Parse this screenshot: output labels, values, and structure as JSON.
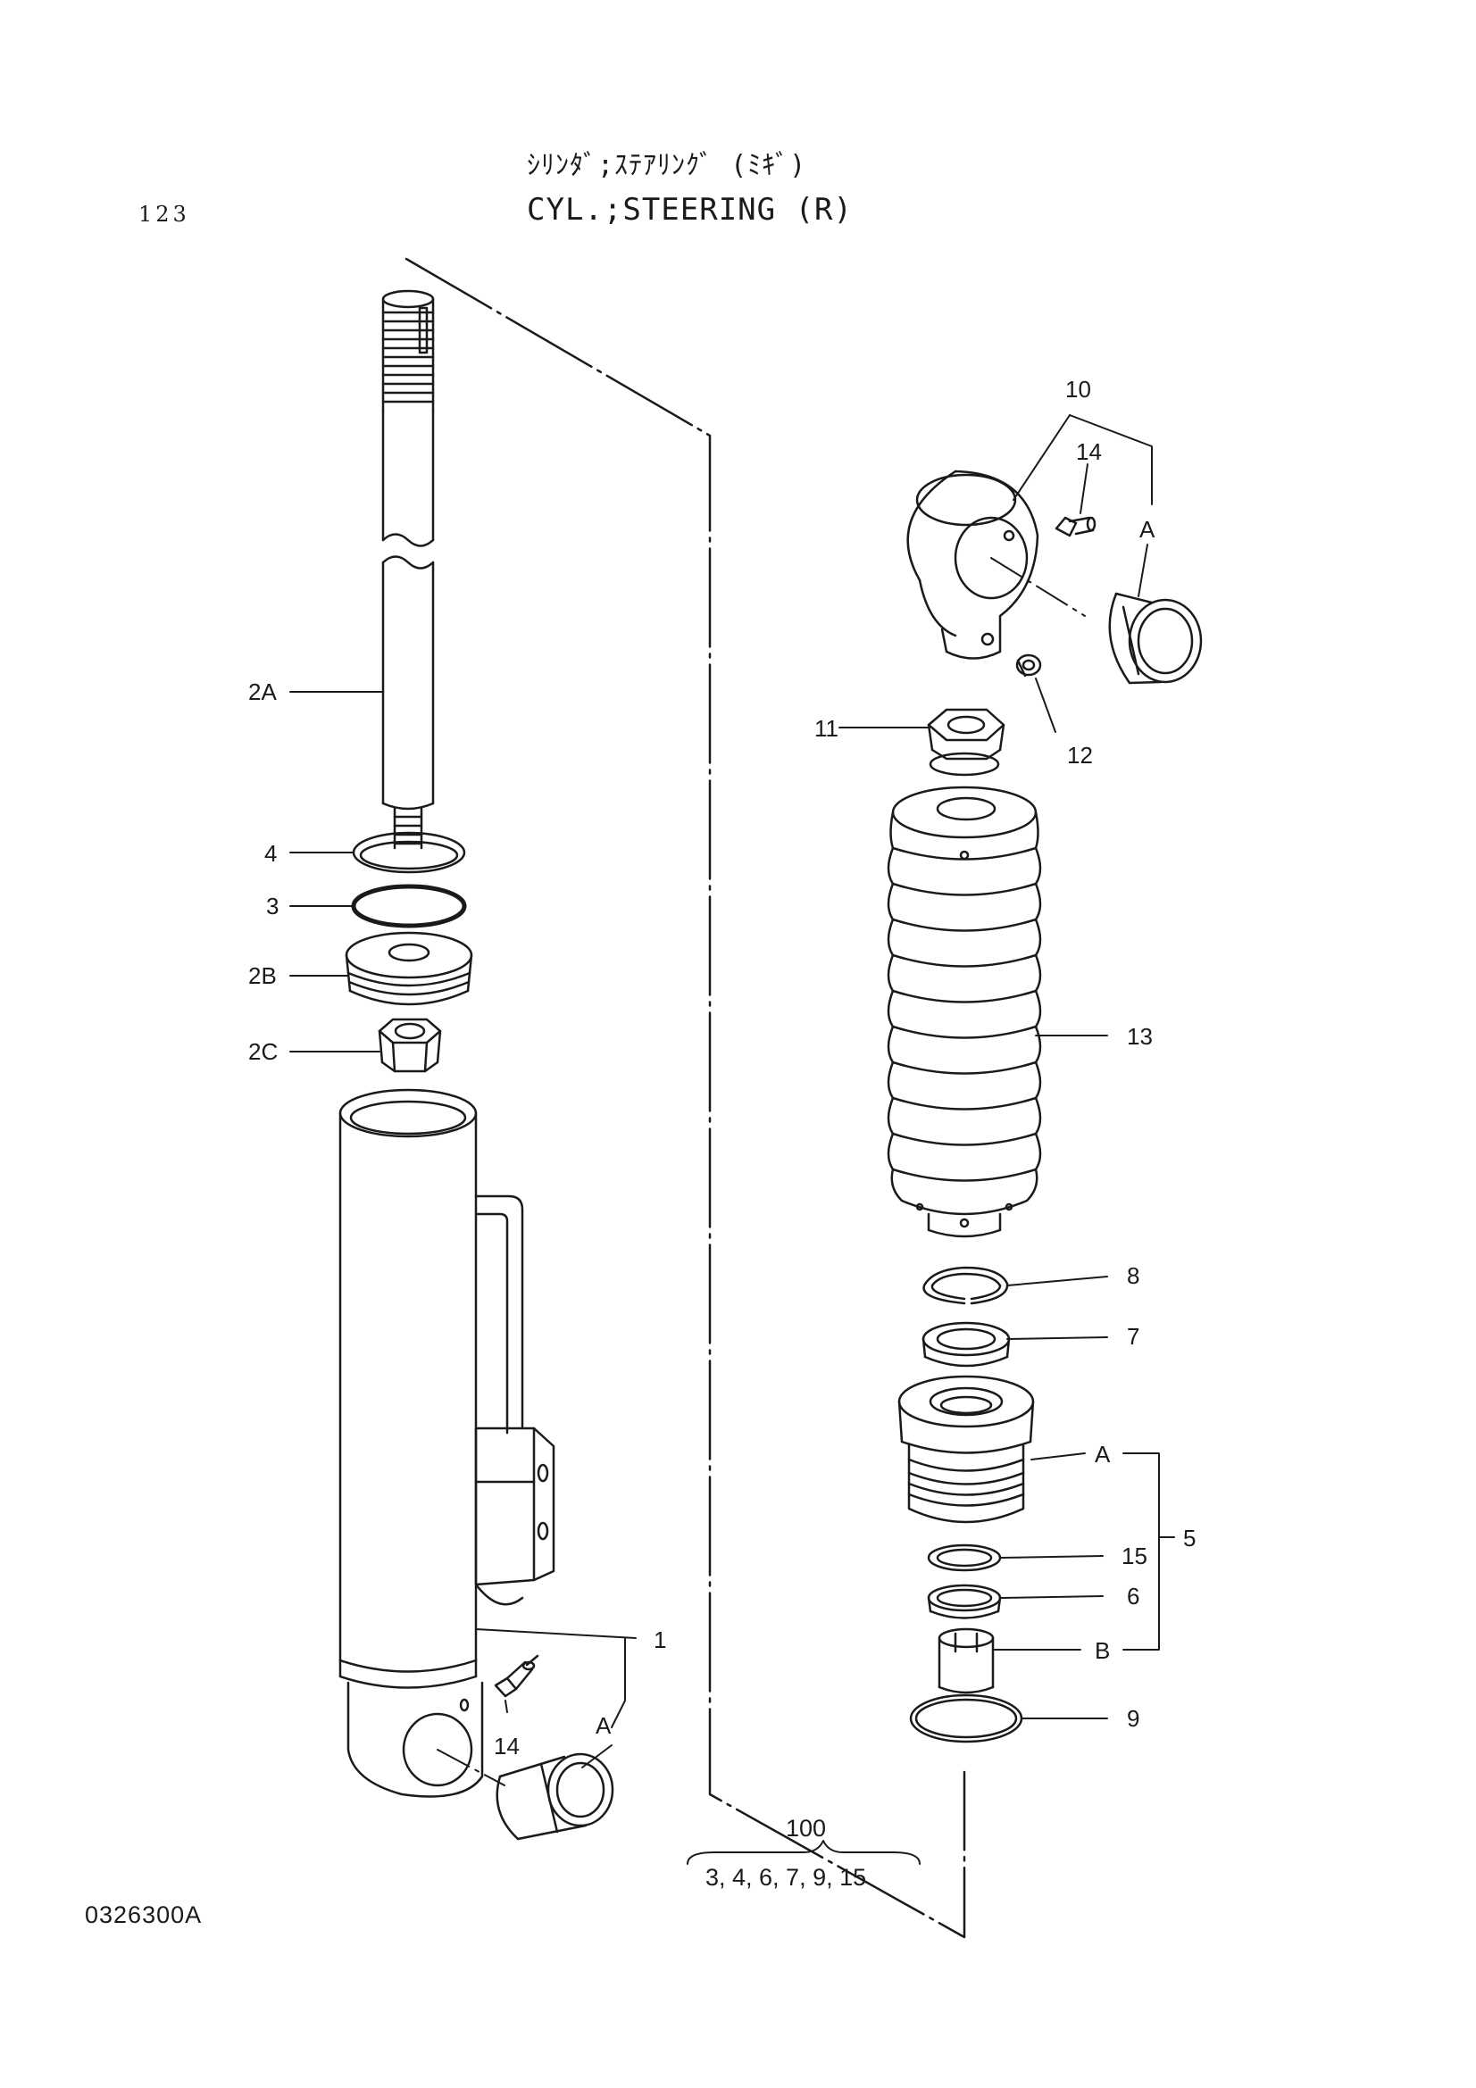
{
  "header": {
    "title_jp": "ｼﾘﾝﾀﾞ;ｽﾃｱﾘﾝｸﾞ (ﾐｷﾞ)",
    "title_en": "CYL.;STEERING (R)",
    "page_number": "123"
  },
  "footer": {
    "drawing_number": "0326300A"
  },
  "callouts": {
    "c_1": "1",
    "c_2A": "2A",
    "c_2B": "2B",
    "c_2C": "2C",
    "c_3": "3",
    "c_4": "4",
    "c_5": "5",
    "c_6": "6",
    "c_7": "7",
    "c_8": "8",
    "c_9": "9",
    "c_10": "10",
    "c_11": "11",
    "c_12": "12",
    "c_13": "13",
    "c_14_left": "14",
    "c_14_right": "14",
    "c_15": "15",
    "c_A_left": "A",
    "c_A_top": "A",
    "c_A_piston": "A",
    "c_B": "B"
  },
  "kit": {
    "number": "100",
    "contents": "3, 4, 6, 7, 9, 15"
  }
}
